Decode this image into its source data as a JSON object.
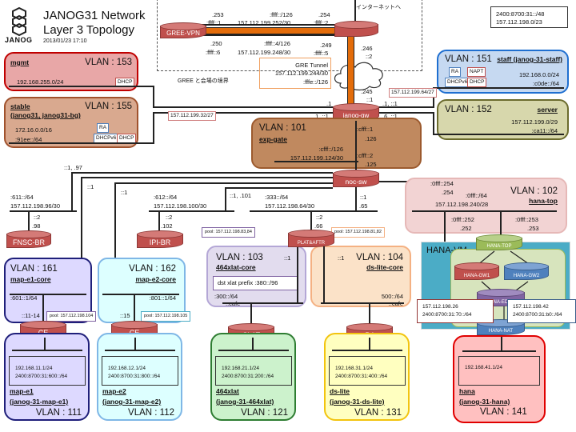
{
  "header": {
    "logo_text": "JANOG",
    "title_line1": "JANOG31 Network",
    "title_line2": "Layer 3 Topology",
    "timestamp": "2013/01/23  17:10"
  },
  "prefix_box": {
    "v6": "2400:8700:31::/48",
    "v4": "157.112.198.0/23"
  },
  "internet_label": "インターネットへ",
  "gree_border_label": "GREE と会場の境界",
  "gree_links": {
    "top_left_v4": ".253",
    "top_left_v6": ":ffff::1",
    "top_mid_v6": ":ffff::/126",
    "top_mid_v4": "157.112.199.252/30",
    "top_right_v4": ".254",
    "top_right_v6": ":ffff::2",
    "bot_left_v4": ".250",
    "bot_left_v6": ":ffff::6",
    "bot_mid_v6": ":ffff::4/126",
    "bot_mid_v4": "157.112.199.248/30",
    "bot_right_v4": ".249",
    "bot_right_v6": ":ffff::5",
    "right_v4": ".246",
    "right_v6": "::2",
    "gw_v4": ".245",
    "gw_v6": "::1"
  },
  "gre_tunnel": {
    "label": "GRE Tunnel",
    "v4": "157.112.199.244/30",
    "v6": ":fffe::/126"
  },
  "routers": {
    "gree_vpn": "GREE-VPN",
    "janog_gw": "janog-gw",
    "noc_sw": "noc-sw",
    "fnsc_br": "FNSC-BR",
    "ipi_br": "IPI-BR",
    "plat_aftr": "PLAT&AFTR",
    "ce1": "CE",
    "ce2": "CE",
    "clat": "CLAT",
    "b4": "B4",
    "hana_top": "HANA-TOP",
    "hana_gw1": "HANA-GW1",
    "hana_gw2": "HANA-GW2",
    "hana_edge": "HANA-EDGE",
    "hana_nat": "HANA-NAT"
  },
  "janog_gw_ports": {
    "left_top": ".1",
    "left_bot": ".1, ::1",
    "right_top": ".1, ::1",
    "right_bot": ".6, ::1"
  },
  "subnet_tags": {
    "stable_uplink": "157.112.199.32/27",
    "staff_uplink": "157.112.199.64/27"
  },
  "vlans": {
    "mgmt": {
      "name": "mgmt",
      "vlan": "VLAN : 153",
      "v4": "192.168.255.0/24",
      "tags": [
        "DHCP"
      ]
    },
    "stable": {
      "name": "stable",
      "name2": "(janog31, janog31-bg)",
      "vlan": "VLAN : 155",
      "v4": "172.16.0.0/16",
      "v6": ":91ee::/64",
      "tags": [
        "RA",
        "DHCPv6",
        "DHCP"
      ]
    },
    "staff": {
      "name": "staff (janog-31-staff)",
      "vlan": "VLAN : 151",
      "v4": "192.168.0.0/24",
      "v6": ":c0de::/64",
      "tags": [
        "RA",
        "NAPT",
        "DHCPv6",
        "DHCP"
      ]
    },
    "server": {
      "name": "server",
      "vlan": "VLAN : 152",
      "v4": "157.112.199.0/29",
      "v6": ":ca11::/64"
    },
    "exp_gate": {
      "name": "exp-gate",
      "vlan": "VLAN : 101",
      "v6": ":cfff::/126",
      "v4": "157.112.199.124/30",
      "gw_v6": ":cfff::1",
      "gw_v4": ".126",
      "sw_v6": ":cfff::2",
      "sw_v4": ".125"
    },
    "hana_top": {
      "name": "hana-top",
      "vlan": "VLAN : 102",
      "gw_v6": ":0fff::254",
      "gw_v4": ".254",
      "v6": ":0fff::/64",
      "v4": "157.112.198.240/28",
      "l_v6": ":0fff::252",
      "l_v4": ".252",
      "r_v6": ":0fff::253",
      "r_v4": ".253"
    },
    "map_e1_core": {
      "name": "map-e1-core",
      "vlan": "VLAN : 161",
      "v6": ":601::1/64",
      "ce": "::11-14",
      "pool": "pool: 157.112.198.104"
    },
    "map_e2_core": {
      "name": "map-e2-core",
      "vlan": "VLAN : 162",
      "v6": ":801::1/64",
      "ce": "::15",
      "pool": "pool: 157.112.198.105"
    },
    "xlat_core": {
      "name": "464xlat-core",
      "vlan": "VLAN : 103",
      "gw": "::1",
      "dst_prefix": "dst xlat prefix :380::/96",
      "v6": ":300::/64",
      "clat": "::cafe",
      "pool": "pool: 157.112.198.83,84"
    },
    "dslite_core": {
      "name": "ds-lite-core",
      "vlan": "VLAN : 104",
      "gw": "::1",
      "v6": "500::/64",
      "b4": "::cafe",
      "pool": "pool: 157.112.198.81,82"
    },
    "map_e1": {
      "name": "map-e1",
      "name2": "(janog-31-map-e1)",
      "vlan": "VLAN : 111",
      "v4": "192.168.11.1/24",
      "v6": "2400:8700:31:600::/64"
    },
    "map_e2": {
      "name": "map-e2",
      "name2": "(janog-31-map-e2)",
      "vlan": "VLAN : 112",
      "v4": "192.168.12.1/24",
      "v6": "2400:8700:31:800::/64"
    },
    "xlat": {
      "name": "464xlat",
      "name2": "(janog-31-464xlat)",
      "vlan": "VLAN : 121",
      "v4": "192.168.21.1/24",
      "v6": "2400:8700:31:200::/64"
    },
    "dslite": {
      "name": "ds-lite",
      "name2": "(janog-31-ds-lite)",
      "vlan": "VLAN : 131",
      "v4": "192.168.31.1/24",
      "v6": "2400:8700:31:400::/64"
    },
    "hana": {
      "name": "hana",
      "name2": "(janog-31-hana)",
      "vlan": "VLAN : 141",
      "v4": "192.168.41.1/24"
    }
  },
  "noc_links": {
    "fnsc": {
      "gw": "::1, .97",
      "v6": ":611::/64",
      "v4": "157.112.198.96/30",
      "peer_v6": "::2",
      "peer_v4": ".98"
    },
    "map_e1_gw": "::1",
    "map_e2_gw": "::1",
    "ipi": {
      "v6": ":612::/64",
      "v4": "157.112.198.100/30",
      "peer_v6": "::2",
      "peer_v4": ".102"
    },
    "ipi_gw": "::1, .101",
    "plat": {
      "v6": ":333::/64",
      "v4": "157.112.198.64/30",
      "gw_v6": "::1",
      "gw_v4": ".65",
      "peer_v6": "::2",
      "peer_v4": ".66"
    }
  },
  "hana_vm": {
    "label": "HANA-VM",
    "gw1_net_v4": "157.112.198.26",
    "gw1_net_v6": "2400:8700:31:70::/64",
    "gw2_net_v4": "157.112.198.42",
    "gw2_net_v6": "2400:8700:31:b0::/64"
  }
}
